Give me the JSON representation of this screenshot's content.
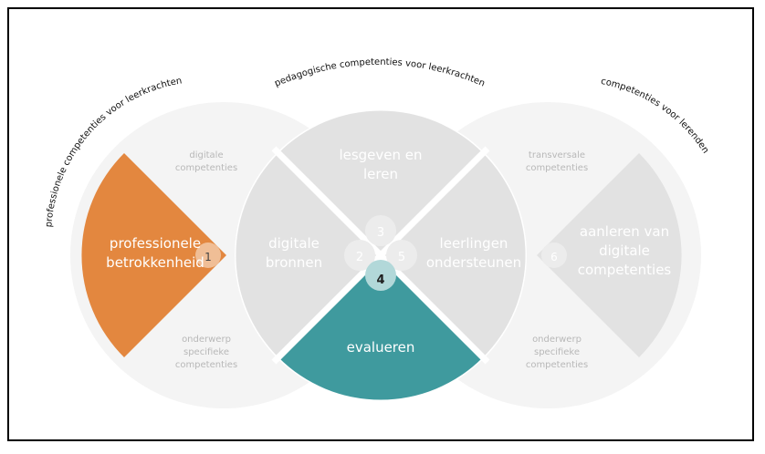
{
  "arc_titles": {
    "professional": "professionele competenties voor leerkrachten",
    "pedagogical": "pedagogische competenties voor leerkrachten",
    "learners": "competenties voor lerenden"
  },
  "segments": [
    {
      "number": "1",
      "label_lines": [
        "professionele",
        "betrokkenheid"
      ],
      "state": "selected",
      "color": "#e3873f"
    },
    {
      "number": "2",
      "label_lines": [
        "digitale",
        "bronnen"
      ],
      "state": "inactive"
    },
    {
      "number": "3",
      "label_lines": [
        "lesgeven en",
        "leren"
      ],
      "state": "inactive"
    },
    {
      "number": "4",
      "label_lines": [
        "evalueren"
      ],
      "state": "active",
      "color": "#3f9a9e"
    },
    {
      "number": "5",
      "label_lines": [
        "leerlingen",
        "ondersteunen"
      ],
      "state": "inactive"
    },
    {
      "number": "6",
      "label_lines": [
        "aanleren van",
        "digitale",
        "competenties"
      ],
      "state": "inactive"
    }
  ],
  "side_labels": {
    "left_top": [
      "digitale",
      "competenties"
    ],
    "left_bottom": [
      "onderwerp",
      "specifieke",
      "competenties"
    ],
    "right_top": [
      "transversale",
      "competenties"
    ],
    "right_bottom": [
      "onderwerp",
      "specifieke",
      "competenties"
    ]
  },
  "colors": {
    "orange": "#e3873f",
    "teal": "#3f9a9e",
    "inactive_fill": "#e2e2e2",
    "light_circle": "#f4f4f4"
  }
}
